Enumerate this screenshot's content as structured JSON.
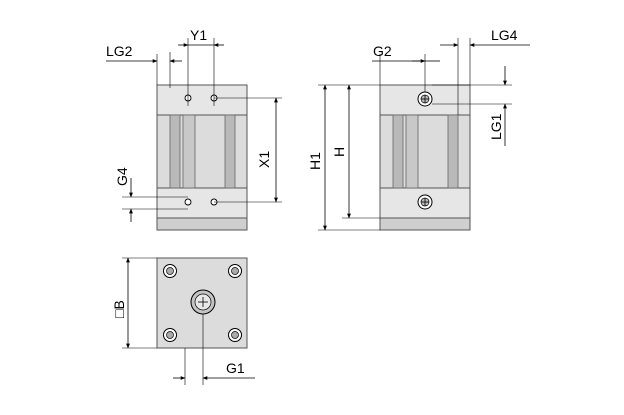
{
  "labels": {
    "lg2": "LG2",
    "y1": "Y1",
    "x1": "X1",
    "g4": "G4",
    "g2": "G2",
    "lg4": "LG4",
    "lg1": "LG1",
    "h1": "H1",
    "h": "H",
    "b": "□B",
    "g1": "G1"
  },
  "colors": {
    "body_fill": "#dcdcdc",
    "body_dark": "#9a9a9a",
    "line": "#000000"
  }
}
